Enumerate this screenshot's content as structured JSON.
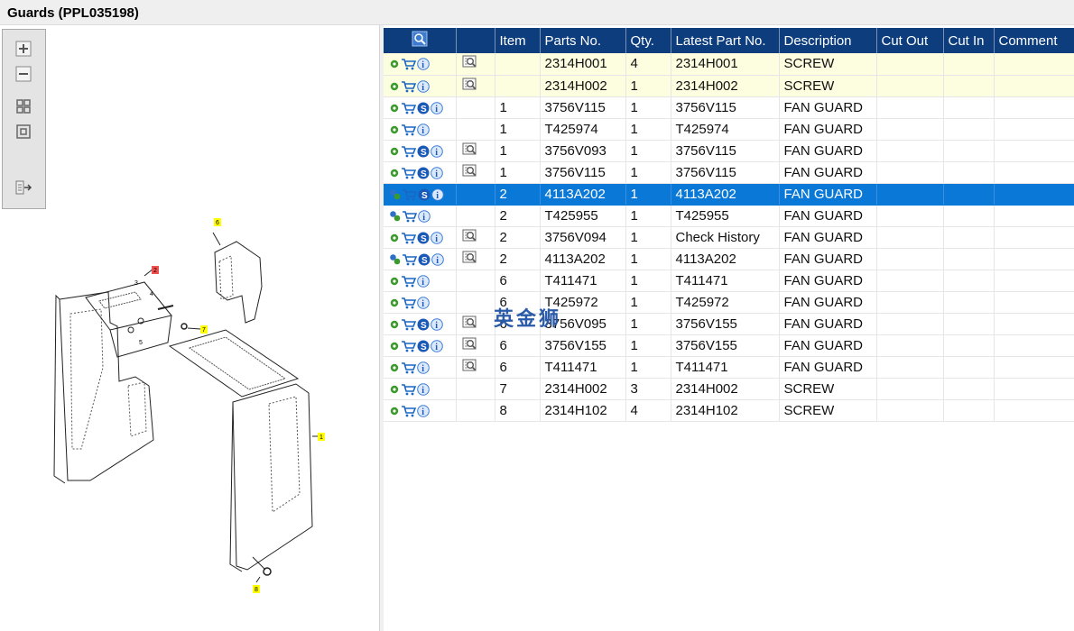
{
  "window": {
    "title": "Guards (PPL035198)"
  },
  "toolbar": {
    "zoom_in": "zoom-in",
    "zoom_out": "zoom-out",
    "fit_page": "fit",
    "actual_size": "actual",
    "export": "export"
  },
  "drawing": {
    "callouts": [
      "6",
      "2",
      "3",
      "4",
      "5",
      "7",
      "1",
      "8"
    ]
  },
  "table": {
    "headers": [
      "Item",
      "Parts No.",
      "Qty.",
      "Latest Part No.",
      "Description",
      "Cut Out",
      "Cut In",
      "Comment"
    ],
    "rows": [
      {
        "settings": "gear",
        "s": false,
        "view": true,
        "item": "",
        "part": "2314H001",
        "qty": "4",
        "latest": "2314H001",
        "desc": "SCREW",
        "cutout": "",
        "cutin": "",
        "comment": "",
        "hl": true
      },
      {
        "settings": "gear",
        "s": false,
        "view": true,
        "item": "",
        "part": "2314H002",
        "qty": "1",
        "latest": "2314H002",
        "desc": "SCREW",
        "cutout": "",
        "cutin": "",
        "comment": "",
        "hl": true
      },
      {
        "settings": "gear",
        "s": true,
        "view": false,
        "item": "1",
        "part": "3756V115",
        "qty": "1",
        "latest": "3756V115",
        "desc": "FAN GUARD",
        "cutout": "",
        "cutin": "",
        "comment": ""
      },
      {
        "settings": "gear",
        "s": false,
        "view": false,
        "item": "1",
        "part": "T425974",
        "qty": "1",
        "latest": "T425974",
        "desc": "FAN GUARD",
        "cutout": "",
        "cutin": "",
        "comment": ""
      },
      {
        "settings": "gear",
        "s": true,
        "view": true,
        "item": "1",
        "part": "3756V093",
        "qty": "1",
        "latest": "3756V115",
        "desc": "FAN GUARD",
        "cutout": "",
        "cutin": "",
        "comment": ""
      },
      {
        "settings": "gear",
        "s": true,
        "view": true,
        "item": "1",
        "part": "3756V115",
        "qty": "1",
        "latest": "3756V115",
        "desc": "FAN GUARD",
        "cutout": "",
        "cutin": "",
        "comment": ""
      },
      {
        "settings": "multi",
        "s": true,
        "view": false,
        "item": "2",
        "part": "4113A202",
        "qty": "1",
        "latest": "4113A202",
        "desc": "FAN GUARD",
        "cutout": "",
        "cutin": "",
        "comment": "",
        "sel": true
      },
      {
        "settings": "multi",
        "s": false,
        "view": false,
        "item": "2",
        "part": "T425955",
        "qty": "1",
        "latest": "T425955",
        "desc": "FAN GUARD",
        "cutout": "",
        "cutin": "",
        "comment": ""
      },
      {
        "settings": "gear",
        "s": true,
        "view": true,
        "item": "2",
        "part": "3756V094",
        "qty": "1",
        "latest": "Check History",
        "desc": "FAN GUARD",
        "cutout": "",
        "cutin": "",
        "comment": ""
      },
      {
        "settings": "multi",
        "s": true,
        "view": true,
        "item": "2",
        "part": "4113A202",
        "qty": "1",
        "latest": "4113A202",
        "desc": "FAN GUARD",
        "cutout": "",
        "cutin": "",
        "comment": ""
      },
      {
        "settings": "gear",
        "s": false,
        "view": false,
        "item": "6",
        "part": "T411471",
        "qty": "1",
        "latest": "T411471",
        "desc": "FAN GUARD",
        "cutout": "",
        "cutin": "",
        "comment": ""
      },
      {
        "settings": "gear",
        "s": false,
        "view": false,
        "item": "6",
        "part": "T425972",
        "qty": "1",
        "latest": "T425972",
        "desc": "FAN GUARD",
        "cutout": "",
        "cutin": "",
        "comment": ""
      },
      {
        "settings": "gear",
        "s": true,
        "view": true,
        "item": "6",
        "part": "3756V095",
        "qty": "1",
        "latest": "3756V155",
        "desc": "FAN GUARD",
        "cutout": "",
        "cutin": "",
        "comment": ""
      },
      {
        "settings": "gear",
        "s": true,
        "view": true,
        "item": "6",
        "part": "3756V155",
        "qty": "1",
        "latest": "3756V155",
        "desc": "FAN GUARD",
        "cutout": "",
        "cutin": "",
        "comment": ""
      },
      {
        "settings": "gear",
        "s": false,
        "view": true,
        "item": "6",
        "part": "T411471",
        "qty": "1",
        "latest": "T411471",
        "desc": "FAN GUARD",
        "cutout": "",
        "cutin": "",
        "comment": ""
      },
      {
        "settings": "gear",
        "s": false,
        "view": false,
        "item": "7",
        "part": "2314H002",
        "qty": "3",
        "latest": "2314H002",
        "desc": "SCREW",
        "cutout": "",
        "cutin": "",
        "comment": ""
      },
      {
        "settings": "gear",
        "s": false,
        "view": false,
        "item": "8",
        "part": "2314H102",
        "qty": "4",
        "latest": "2314H102",
        "desc": "SCREW",
        "cutout": "",
        "cutin": "",
        "comment": ""
      }
    ]
  },
  "watermark": "英金狮",
  "colors": {
    "header": "#0d3d7d",
    "selected": "#0a78d7",
    "highlight": "#fdfde0",
    "callout_yellow": "#ffff00",
    "callout_red": "#f05050"
  }
}
